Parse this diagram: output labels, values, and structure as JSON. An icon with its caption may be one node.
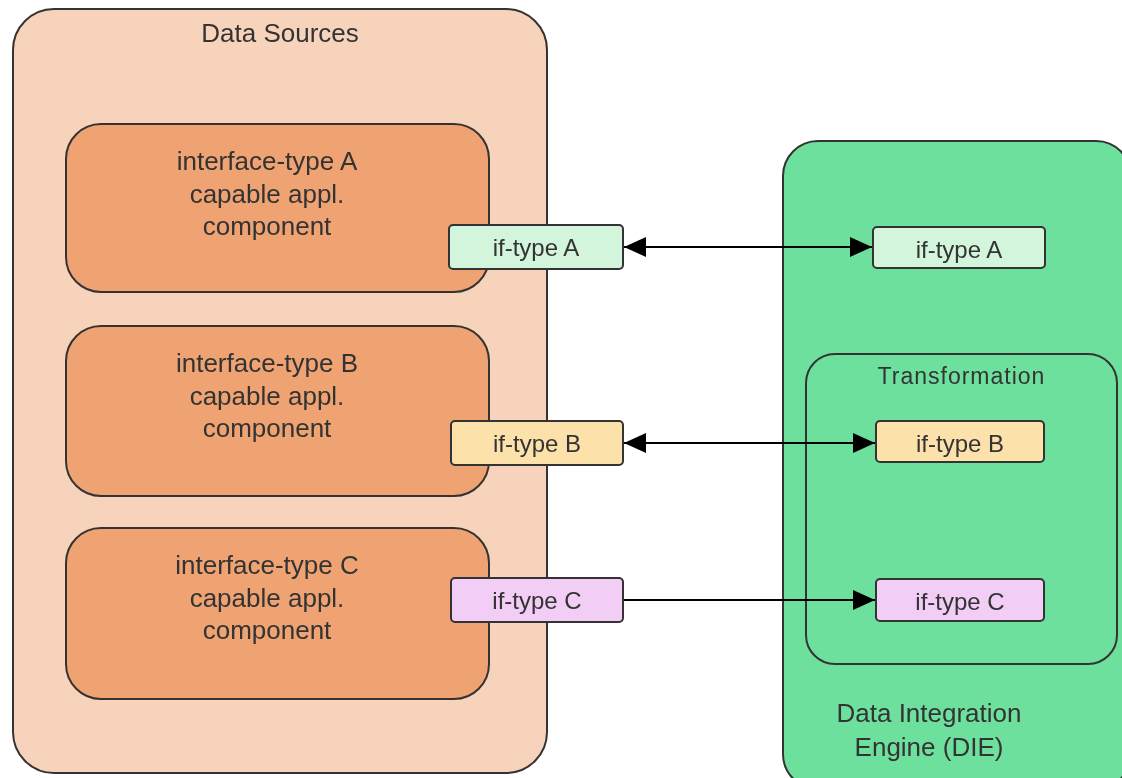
{
  "diagram": {
    "nodes": [
      {
        "text": [
          "Data Sources"
        ]
      },
      {
        "text": [
          "interface-type A capable appl. component"
        ],
        "in": 0
      },
      {
        "text": [
          "if-type A"
        ]
      },
      {
        "text": [
          "interface-type B capable appl. component"
        ],
        "in": 0
      },
      {
        "text": [
          "if-type B"
        ]
      },
      {
        "text": [
          "interface-type C capable appl. component"
        ],
        "in": 0
      },
      {
        "text": [
          "if-type C"
        ]
      },
      {
        "text": [
          "Data Integration Engine (DIE)"
        ]
      },
      {
        "text": [
          "if-type A"
        ],
        "in": 7
      },
      {
        "text": [
          "Transformation"
        ],
        "in": 7
      },
      {
        "text": [
          "if-type B"
        ],
        "in": 9
      },
      {
        "text": [
          "if-type C"
        ],
        "in": 9
      }
    ],
    "edges": [
      {
        "from": 2,
        "to": 8,
        "arrow": "both"
      },
      {
        "from": 4,
        "to": 10,
        "arrow": "both"
      },
      {
        "from": 6,
        "to": 11,
        "arrow": "to"
      }
    ]
  }
}
